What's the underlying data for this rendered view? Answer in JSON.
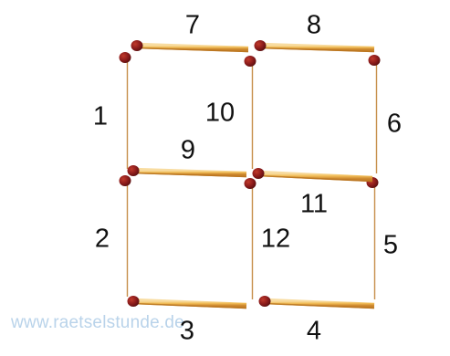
{
  "puzzle": {
    "watermark": "www.raetselstunde.de",
    "colors": {
      "background": "#ffffff",
      "matchstick_wood": "#f3c25a",
      "matchstick_shade": "#d28e2c",
      "match_head": "#8a1b1b",
      "label_text": "#111111",
      "watermark_text": "#b9d3ea"
    },
    "matchsticks": [
      {
        "id": "1",
        "label": "1",
        "orientation": "vertical"
      },
      {
        "id": "2",
        "label": "2",
        "orientation": "vertical"
      },
      {
        "id": "3",
        "label": "3",
        "orientation": "horizontal"
      },
      {
        "id": "4",
        "label": "4",
        "orientation": "horizontal"
      },
      {
        "id": "5",
        "label": "5",
        "orientation": "vertical"
      },
      {
        "id": "6",
        "label": "6",
        "orientation": "vertical"
      },
      {
        "id": "7",
        "label": "7",
        "orientation": "horizontal"
      },
      {
        "id": "8",
        "label": "8",
        "orientation": "horizontal"
      },
      {
        "id": "9",
        "label": "9",
        "orientation": "horizontal"
      },
      {
        "id": "10",
        "label": "10",
        "orientation": "vertical"
      },
      {
        "id": "11",
        "label": "11",
        "orientation": "horizontal"
      },
      {
        "id": "12",
        "label": "12",
        "orientation": "vertical"
      }
    ]
  }
}
